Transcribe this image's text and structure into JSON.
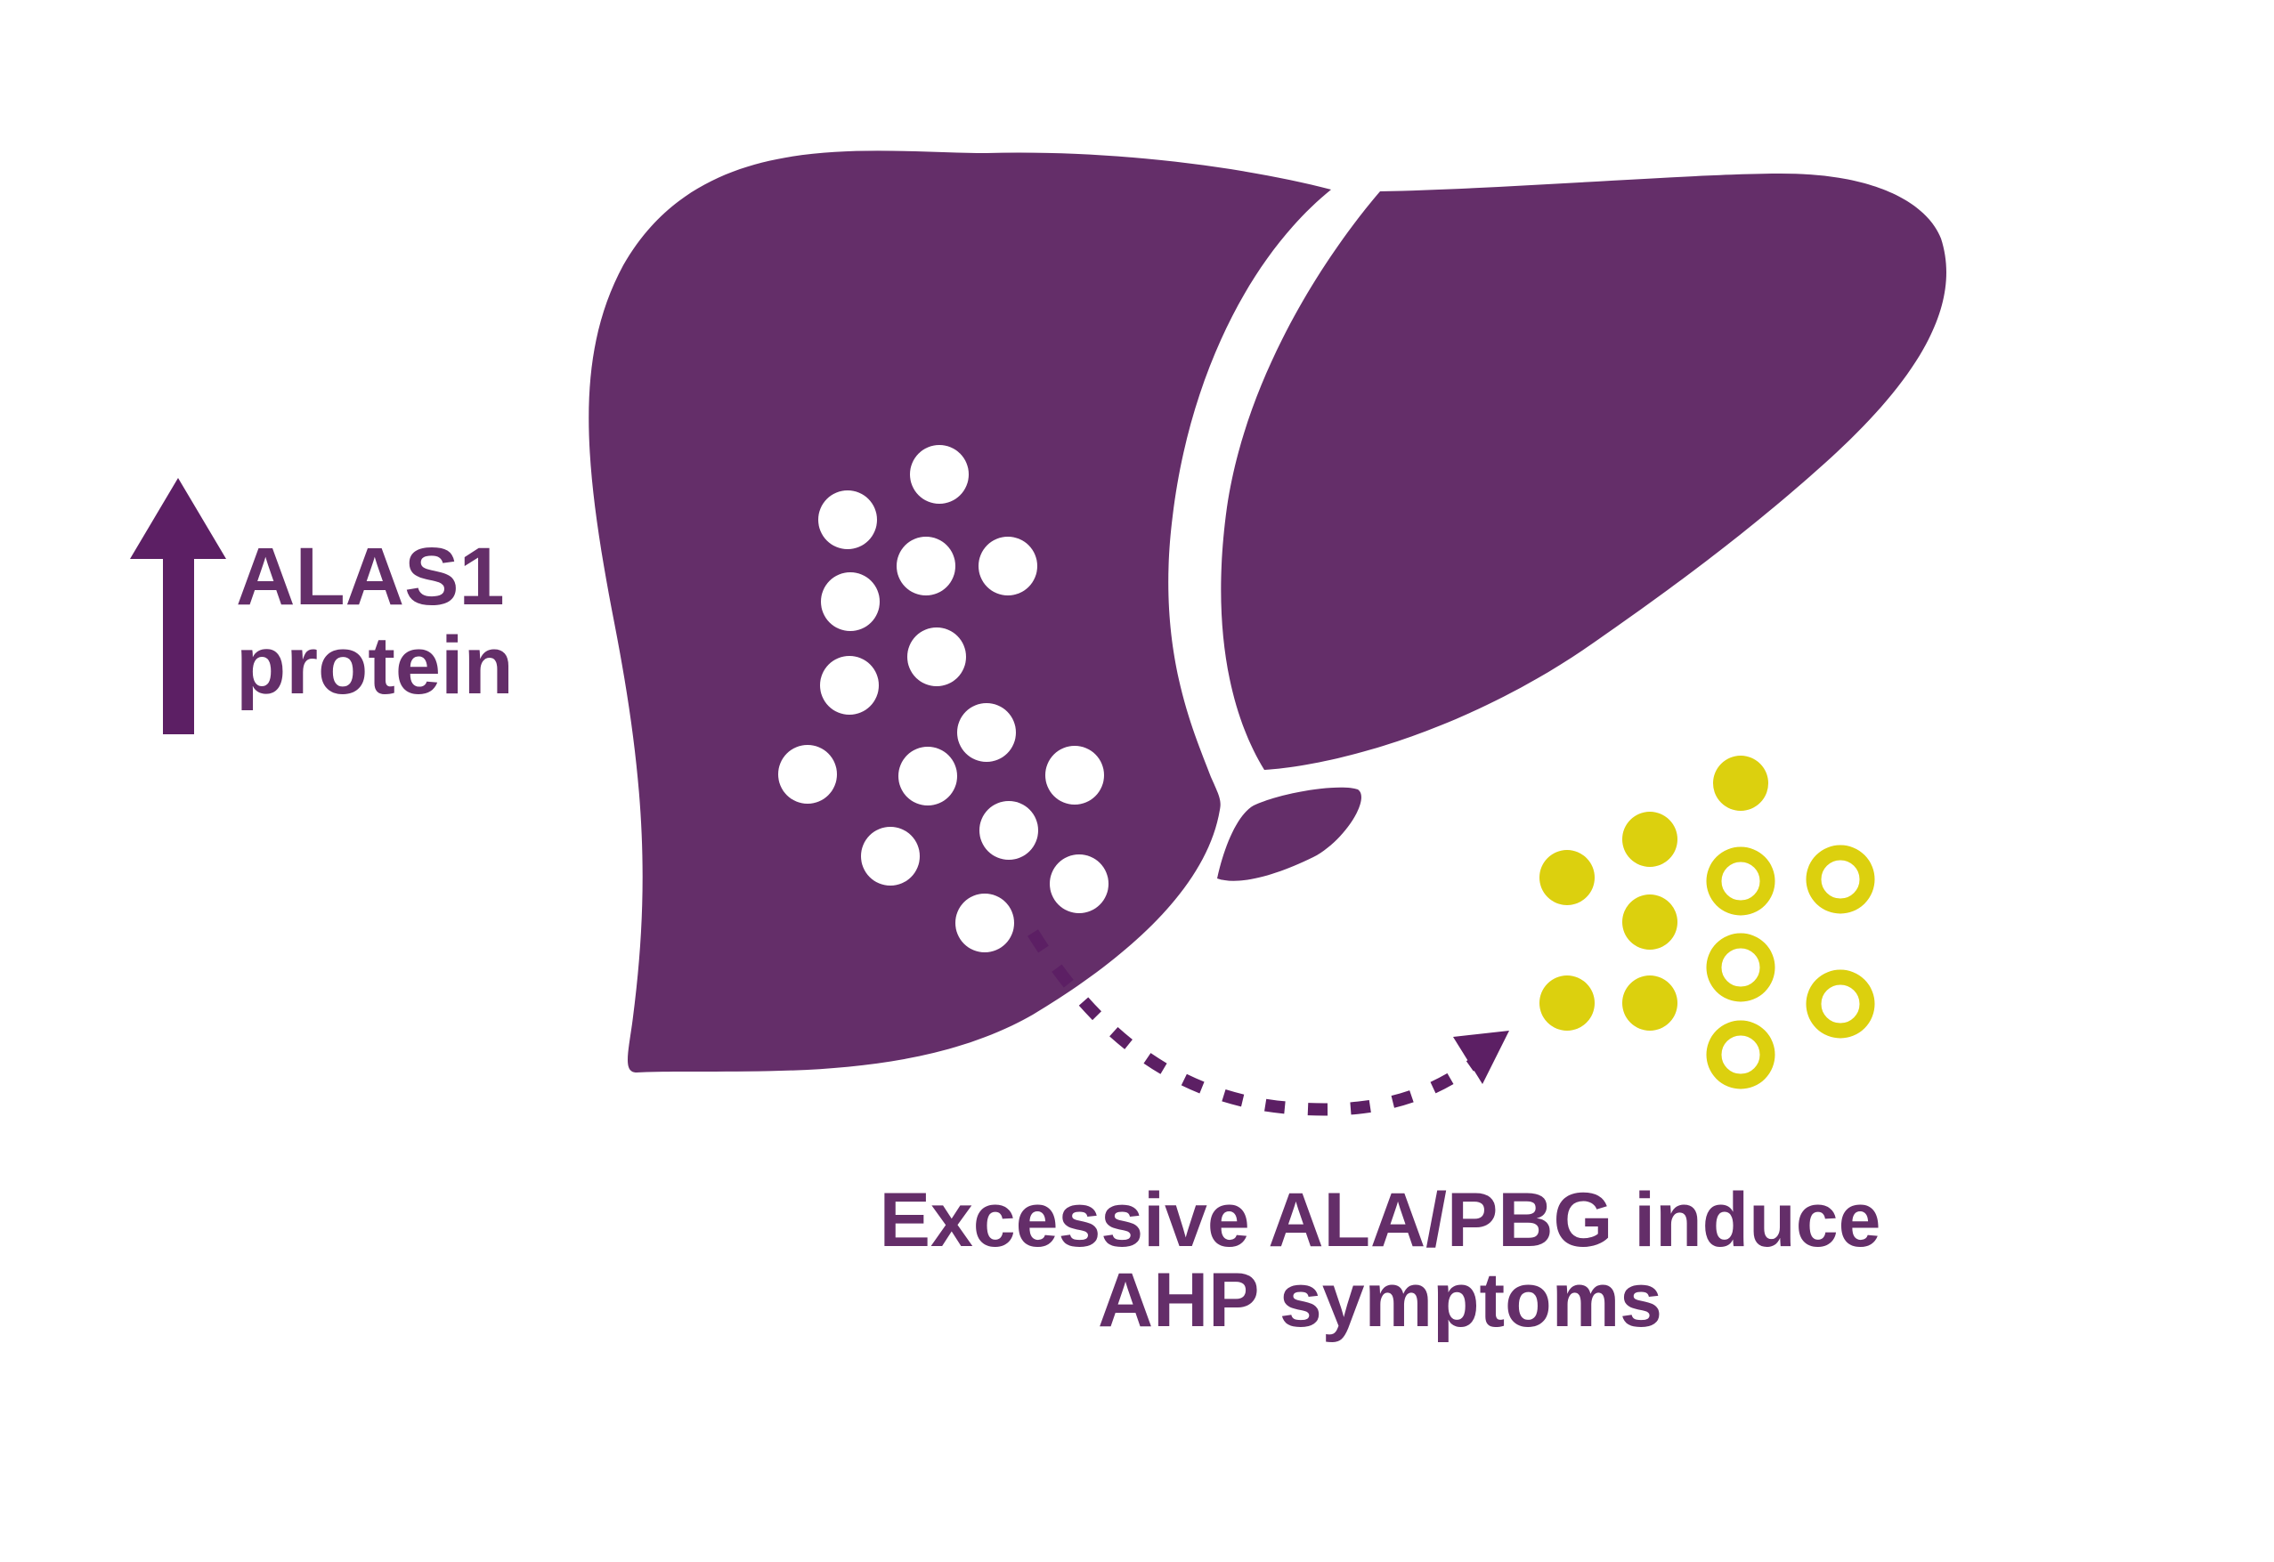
{
  "colors": {
    "purple": "#642e69",
    "arrow_purple": "#5c1f64",
    "white": "#ffffff",
    "yellow": "#dcd00e"
  },
  "left_label": {
    "arrow": "up-arrow-icon",
    "line1": "ALAS1",
    "line2": "protein"
  },
  "caption": {
    "line1": "Excessive ALA/PBG induce",
    "line2": "AHP symptoms"
  },
  "icons": {
    "organ": "liver-icon",
    "white_particles": "white-dot-icon",
    "yellow_solid": "yellow-dot-icon",
    "yellow_rings": "yellow-ring-icon",
    "flow": "curved-dashed-arrow-icon"
  }
}
